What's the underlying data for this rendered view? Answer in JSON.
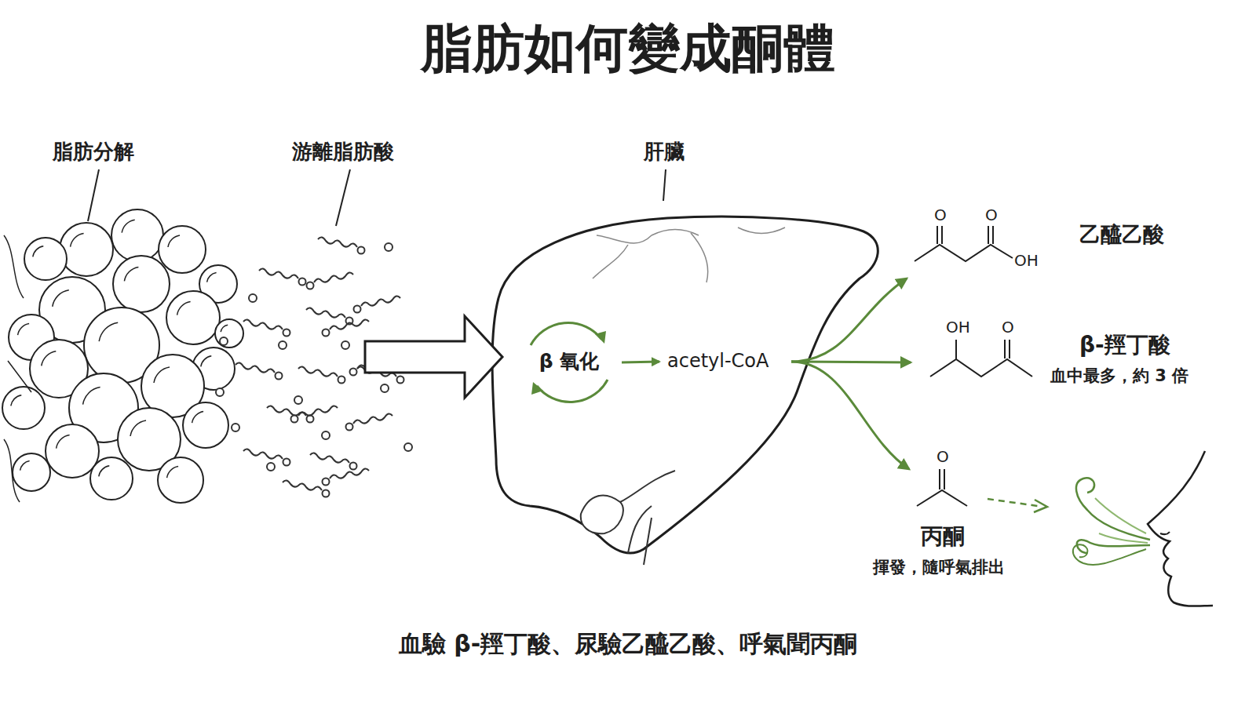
{
  "diagram": {
    "title": "脂肪如何變成酮體",
    "caption": "血驗 β-羥丁酸、尿驗乙醯乙酸、呼氣聞丙酮",
    "nodes": [
      {
        "text": [
          "脂肪分解"
        ]
      },
      {
        "text": [
          "游離脂肪酸"
        ]
      },
      {
        "text": [
          "肝臟"
        ]
      },
      {
        "text": [
          "β 氧化"
        ],
        "in": 2
      },
      {
        "text": [
          "acetyl-CoA"
        ],
        "in": 2
      },
      {
        "text": [
          "乙醯乙酸"
        ]
      },
      {
        "text": [
          "β-羥丁酸",
          "血中最多，約 3 倍"
        ]
      },
      {
        "text": [
          "丙酮",
          "揮發，隨呼氣排出"
        ]
      }
    ],
    "edges": [
      {
        "from": 1,
        "to": 2,
        "arrow": "to"
      },
      {
        "from": 3,
        "to": 4,
        "arrow": "to"
      },
      {
        "from": 4,
        "to": 5,
        "arrow": "to"
      },
      {
        "from": 4,
        "to": 6,
        "arrow": "to"
      },
      {
        "from": 4,
        "to": 7,
        "arrow": "to"
      }
    ],
    "labels": [
      "O",
      "O",
      "OH",
      "OH",
      "O",
      "O"
    ]
  }
}
